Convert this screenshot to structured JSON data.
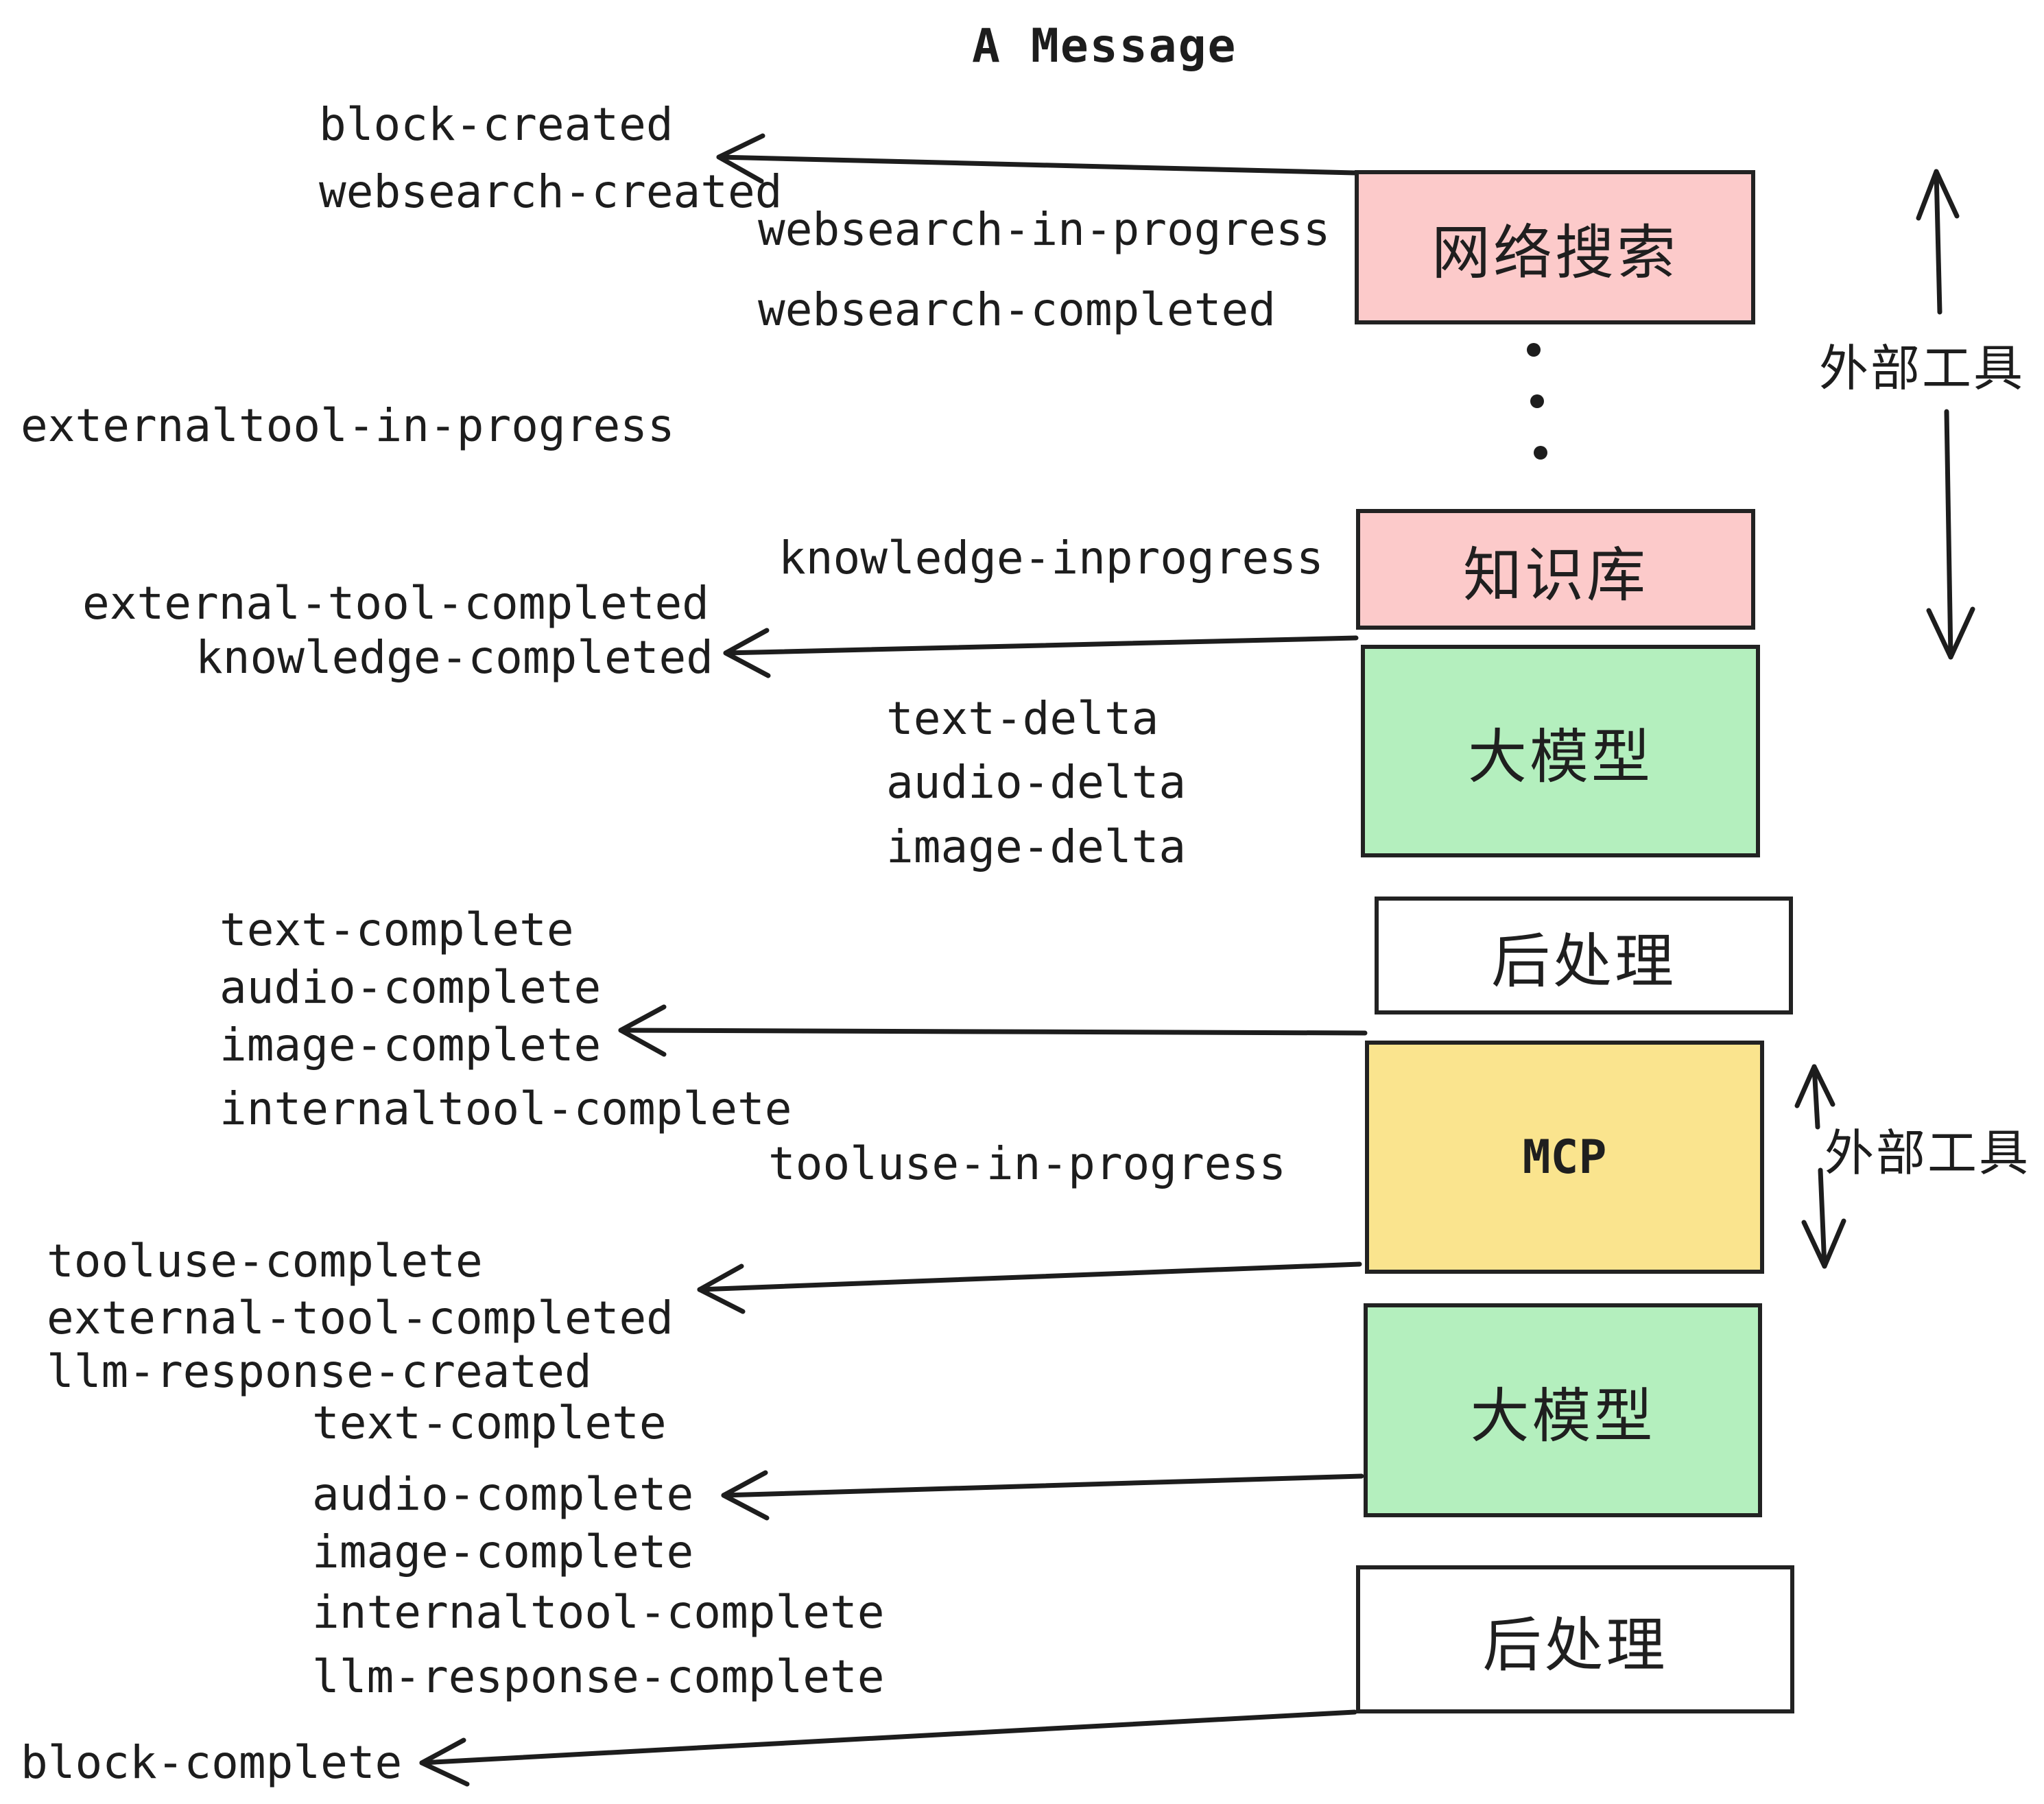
{
  "title": "A Message",
  "colors": {
    "ink": "#1d1d1d",
    "border": "#222222",
    "pink": "#FCCACA",
    "green": "#B4EFBE",
    "yellow": "#FAE48E",
    "white": "#FFFFFF"
  },
  "boxes": [
    {
      "label": "网络搜索",
      "color": "#FCCACA"
    },
    {
      "label": "知识库",
      "color": "#FCCACA"
    },
    {
      "label": "大模型",
      "color": "#B4EFBE"
    },
    {
      "label": "后处理",
      "color": "#FFFFFF"
    },
    {
      "label": "MCP",
      "color": "#FAE48E"
    },
    {
      "label": "大模型",
      "color": "#B4EFBE"
    },
    {
      "label": "后处理",
      "color": "#FFFFFF"
    }
  ],
  "side_labels": [
    {
      "text": "外部工具"
    },
    {
      "text": "外部工具"
    }
  ],
  "events": [
    {
      "text": "block-created"
    },
    {
      "text": "websearch-created"
    },
    {
      "text": "websearch-in-progress"
    },
    {
      "text": "websearch-completed"
    },
    {
      "text": "externaltool-in-progress"
    },
    {
      "text": "knowledge-inprogress"
    },
    {
      "text": "external-tool-completed"
    },
    {
      "text": "knowledge-completed"
    },
    {
      "text": "text-delta"
    },
    {
      "text": "audio-delta"
    },
    {
      "text": "image-delta"
    },
    {
      "text": "text-complete"
    },
    {
      "text": "audio-complete"
    },
    {
      "text": "image-complete"
    },
    {
      "text": "internaltool-complete"
    },
    {
      "text": "tooluse-in-progress"
    },
    {
      "text": "tooluse-complete"
    },
    {
      "text": "external-tool-completed"
    },
    {
      "text": "llm-response-created"
    },
    {
      "text": "text-complete"
    },
    {
      "text": "audio-complete"
    },
    {
      "text": "image-complete"
    },
    {
      "text": "internaltool-complete"
    },
    {
      "text": "llm-response-complete"
    },
    {
      "text": "block-complete"
    }
  ],
  "ellipsis_dot_count": 3
}
